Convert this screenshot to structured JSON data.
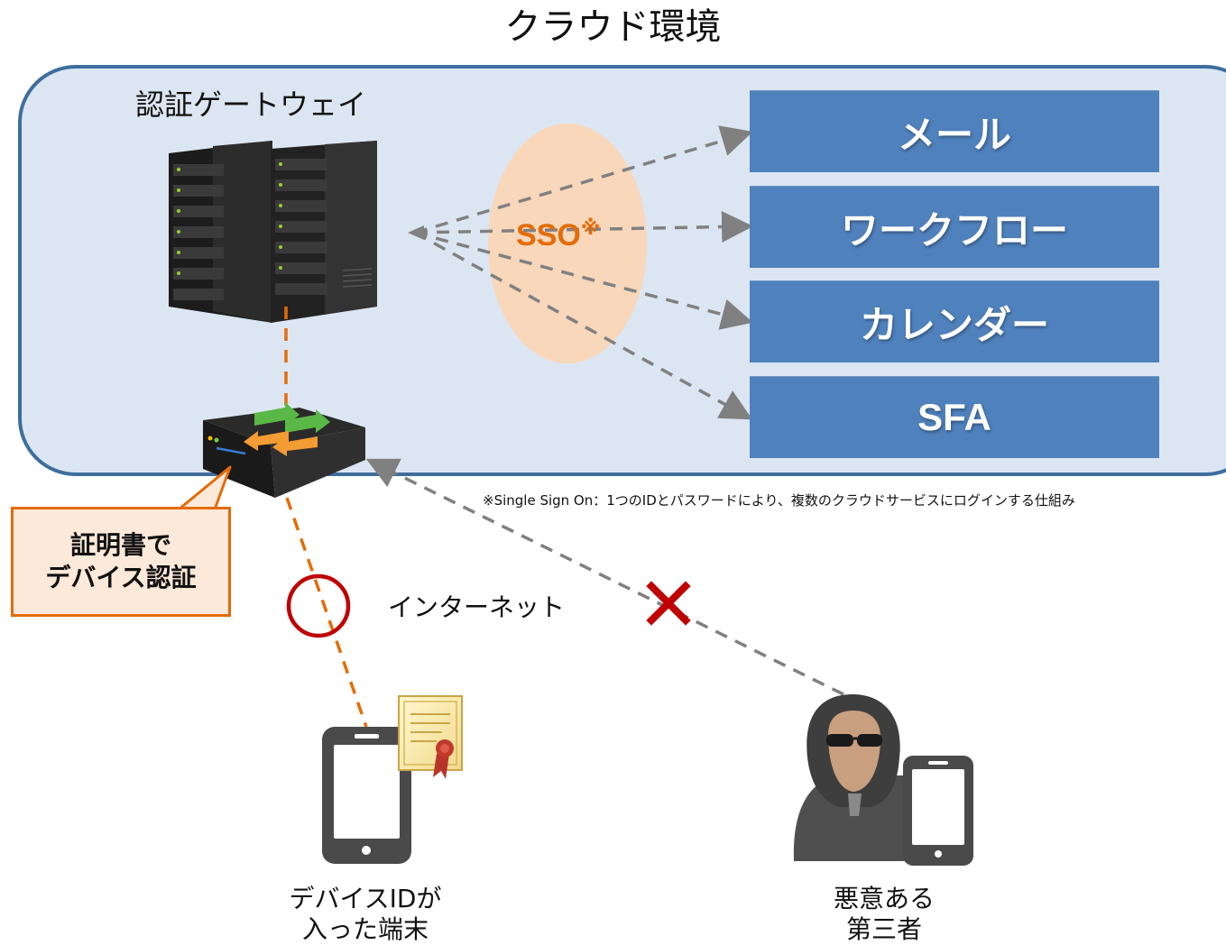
{
  "title": "クラウド環境",
  "gateway_label": "認証ゲートウェイ",
  "services": [
    "メール",
    "ワークフロー",
    "カレンダー",
    "SFA"
  ],
  "sso": {
    "label": "SSO",
    "mark": "※"
  },
  "footnote": "※Single Sign On：1つのIDとパスワードにより、複数のクラウドサービスにログインする仕組み",
  "callout": {
    "line1": "証明書で",
    "line2": "デバイス認証"
  },
  "internet_label": "インターネット",
  "device_caption": {
    "line1": "デバイスIDが",
    "line2": "入った端末"
  },
  "attacker_caption": {
    "line1": "悪意ある",
    "line2": "第三者"
  },
  "colors": {
    "cloud_fill": "#dce6f2",
    "cloud_border": "#3f6d9e",
    "service_box": "#4f81bd",
    "sso_bubble": "#fbd5b5",
    "sso_text": "#e36c09",
    "accent_orange": "#e46c0a",
    "callout_fill": "#fde9d9",
    "connector_gray": "#808080",
    "ok_circle": "#c00000",
    "deny_cross": "#c00000"
  },
  "icons": [
    "server-rack-icon",
    "router-icon",
    "smartphone-icon",
    "certificate-icon",
    "hooded-attacker-icon",
    "circle-ok-icon",
    "cross-deny-icon"
  ]
}
